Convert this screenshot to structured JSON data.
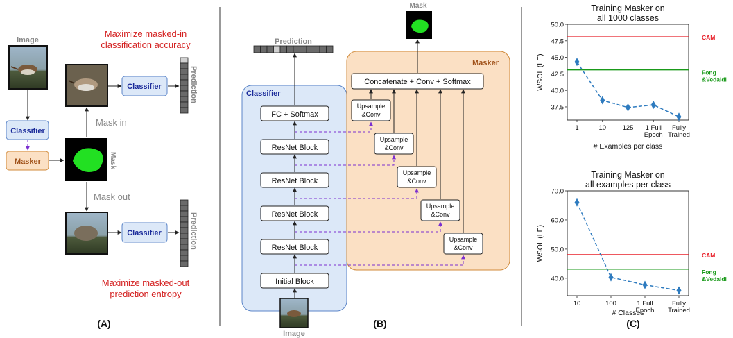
{
  "panel_a": {
    "image_label": "Image",
    "top_caption_1": "Maximize masked-in",
    "top_caption_2": "classification accuracy",
    "classifier_left": "Classifier",
    "masker_left": "Masker",
    "mask_label": "Mask",
    "mask_in": "Mask in",
    "mask_out": "Mask out",
    "classifier_top": "Classifier",
    "classifier_bottom": "Classifier",
    "prediction_top": "Prediction",
    "prediction_bottom": "Prediction",
    "bottom_caption_1": "Maximize masked-out",
    "bottom_caption_2": "prediction entropy",
    "panel_label": "(A)"
  },
  "panel_b": {
    "prediction": "Prediction",
    "mask": "Mask",
    "classifier_title": "Classifier",
    "masker_title": "Masker",
    "fc_softmax": "FC + Softmax",
    "resnet_block": "ResNet Block",
    "initial_block": "Initial Block",
    "concat": "Concatenate + Conv + Softmax",
    "upsample_1": "Upsample",
    "upsample_2": "&Conv",
    "image_label": "Image",
    "panel_label": "(B)"
  },
  "panel_c": {
    "panel_label": "(C)",
    "colors": {
      "cam": "#e8202a",
      "fong": "#1a9a1a",
      "series": "#2e7bbf"
    }
  },
  "chart_data": [
    {
      "type": "line",
      "title": "Training Masker on\nall 1000 classes",
      "xlabel": "# Examples per class",
      "ylabel": "WSOL (LE)",
      "categories": [
        "1",
        "10",
        "125",
        "1 Full\nEpoch",
        "Fully\nTrained"
      ],
      "values": [
        44.3,
        38.5,
        37.4,
        37.8,
        36.0
      ],
      "ylim": [
        35.5,
        50.0
      ],
      "yticks": [
        "50.0",
        "47.5",
        "45.0",
        "42.5",
        "40.0",
        "37.5"
      ],
      "hlines": [
        {
          "name": "CAM",
          "value": 48.1
        },
        {
          "name": "Fong\n&Vedaldi",
          "value": 43.1
        }
      ]
    },
    {
      "type": "line",
      "title": "Training Masker on\nall examples per class",
      "xlabel": "# Classes",
      "ylabel": "WSOL (LE)",
      "categories": [
        "10",
        "100",
        "1 Full\nEpoch",
        "Fully\nTrained"
      ],
      "values": [
        66.0,
        40.3,
        37.7,
        35.8
      ],
      "ylim": [
        34.0,
        70.0
      ],
      "yticks": [
        "70.0",
        "60.0",
        "50.0",
        "40.0"
      ],
      "hlines": [
        {
          "name": "CAM",
          "value": 48.1
        },
        {
          "name": "Fong\n&Vedaldi",
          "value": 43.1
        }
      ]
    }
  ]
}
